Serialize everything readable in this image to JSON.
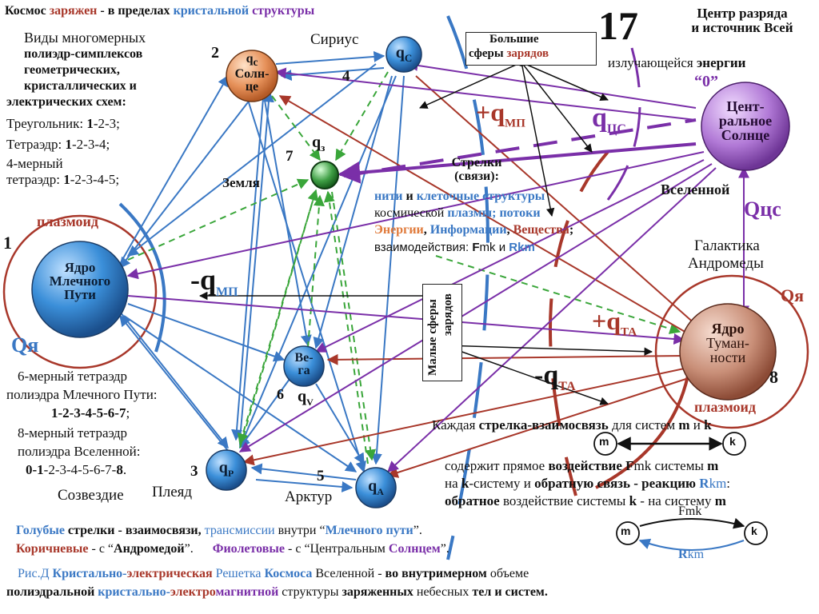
{
  "page_number": "17",
  "header": {
    "p1": "Космос ",
    "p2": "заряжен",
    "p3": " - в пределах ",
    "p4": "кристальной",
    "p5": " структуры"
  },
  "center_title": {
    "line1": "Центр разряда",
    "line2": "и источник Всей",
    "line3a": "излучающейся ",
    "line3b": "энергии",
    "zero": "“0”"
  },
  "big_spheres": {
    "line1": "Большие",
    "line2a": "сферы ",
    "line2b": "зарядов"
  },
  "small_spheres": {
    "line1": "Малые сферы",
    "line2": "зарядов"
  },
  "left_info": {
    "l1": "Виды многомерных",
    "l2": "полиэдр-симплексов",
    "l3": "геометрических,",
    "l4": "кристаллических и",
    "l5": "электрических схем:",
    "l6a": "Треугольник: ",
    "l6b": "1",
    "l6c": "-2-3;",
    "l7a": "Тетраэдр: ",
    "l7b": "1",
    "l7c": "-2-3-4;",
    "l8": "4-мерный",
    "l9a": "тетраэдр: ",
    "l9b": "1",
    "l9c": "-2-3-4-5;"
  },
  "bottom_left_info": {
    "l1": "6-мерный тетраэдр",
    "l2": "полиэдра Млечного Пути:",
    "l3": "1-2-3-4-5-6-7",
    "l3b": ";",
    "l4": "8-мерный тетраэдр",
    "l5": "полиэдра Вселенной:",
    "l6a": "0-1",
    "l6b": "-2-3-4-5-6-7-",
    "l6c": "8",
    "l6d": "."
  },
  "arrows_note": {
    "title1": "Стрелки",
    "title2": "(связи):",
    "l1a": "нити",
    "l1b": " и ",
    "l1c": "клеточные структуры",
    "l2a": "космической ",
    "l2b": "плазмы; потоки",
    "l3a": "Энергии",
    "l3b": ", ",
    "l3c": "Информации",
    "l3d": ", ",
    "l3e": "Вещества",
    "l3f": ";",
    "l4a": "взаимодействия:  ",
    "l4b": "F",
    "l4c": "mk",
    "l4d": " и ",
    "l4e": "Rkm"
  },
  "nodes": {
    "sun": {
      "num": "2",
      "l1": "q",
      "l1sub": "с",
      "l2": "Солн-",
      "l3": "це"
    },
    "sirius": {
      "caption": "Сириус",
      "label": "q",
      "sub": "С",
      "num": "4"
    },
    "earth": {
      "num": "7",
      "label": "q",
      "sub": "з",
      "caption": "Земля"
    },
    "milky": {
      "num": "1",
      "l1": "Ядро",
      "l2": "Млечного",
      "l3": "Пути",
      "plasmoid": "плазмоид",
      "q": "Qя"
    },
    "vega": {
      "l1": "Ве-",
      "l2": "га",
      "num": "6",
      "q": "q",
      "qsub": "V"
    },
    "pleiades": {
      "num": "3",
      "label": "q",
      "sub": "P",
      "caption1": "Созвездие",
      "caption2": "Плеяд"
    },
    "arcturus": {
      "num": "5",
      "label": "q",
      "sub": "A",
      "caption": "Арктур"
    },
    "central": {
      "l1": "Цент-",
      "l2": "ральное",
      "l3": "Солнце"
    },
    "andromeda": {
      "l1": "Ядро",
      "l2": "Туман-",
      "l3": "ности",
      "num": "8",
      "plasmoid": "плазмоид",
      "q": "Qя",
      "caption1": "Галактика",
      "caption2": "Андромеды"
    }
  },
  "charges": {
    "plus_mp": "+q",
    "plus_mp_sub": "МП",
    "minus_mp": "-q",
    "minus_mp_sub": "МП",
    "qcs": "q",
    "qcs_sub": "ЦС",
    "Qcs": "Qцс",
    "universe": "Вселенной",
    "plus_ta": "+q",
    "plus_ta_sub": "ТА",
    "minus_ta": "-q",
    "minus_ta_sub": "ТА"
  },
  "right_note": {
    "l1a": "Каждая ",
    "l1b": "стрелка-взаимосвязь",
    "l1c": " для систем ",
    "l1d": "m",
    "l1e": " и ",
    "l1f": "k",
    "m": "m",
    "k": "k",
    "l2a": "содержит прямое ",
    "l2b": "воздействие F",
    "l2c": "mk",
    "l2d": " системы ",
    "l2e": "m",
    "l3a": "на ",
    "l3b": "k",
    "l3c": "-систему и ",
    "l3d": "обратную связь - реакцию ",
    "l3e": "R",
    "l3f": "km",
    "l3g": ":",
    "l4a": "обратное",
    "l4b": " воздействие системы ",
    "l4c": "k",
    "l4d": " - на систему ",
    "l4e": "m",
    "fmk": "Fmk",
    "rkm_r": "R",
    "rkm_km": "km"
  },
  "legend": {
    "l1a": "Голубые",
    "l1b": " стрелки -  ",
    "l1c": "взаимосвязи, ",
    "l1d": "трансмиссии",
    "l1e": " внутри “",
    "l1f": "Млечного пути",
    "l1g": "”.",
    "l2a": "Коричневые",
    "l2b": " - с “",
    "l2c": "Андромедой",
    "l2d": "”.",
    "l2e": "Фиолетовые",
    "l2f": " - с “Центральным ",
    "l2g": "Солнцем",
    "l2h": "”."
  },
  "caption": {
    "p1": "Рис.Д  ",
    "p2": "Кристально-",
    "p3": "электрическая",
    "p4": " Решетка ",
    "p5": "Космоса",
    "p6": " Вселенной - ",
    "p7": "во внутримерном",
    "p8": " объеме",
    "q1": "полиэдральной ",
    "q2": "кристально-",
    "q3": "электро",
    "q4": "магнитной",
    "q5": " структуры ",
    "q6": "заряженных",
    "q7": " небесных ",
    "q8": "тел и систем."
  },
  "colors": {
    "blue": "#3a78c4",
    "brown": "#a8372a",
    "violet": "#7a2fa8",
    "green_dash": "#3aa63a",
    "orange": "#e07b3c"
  }
}
